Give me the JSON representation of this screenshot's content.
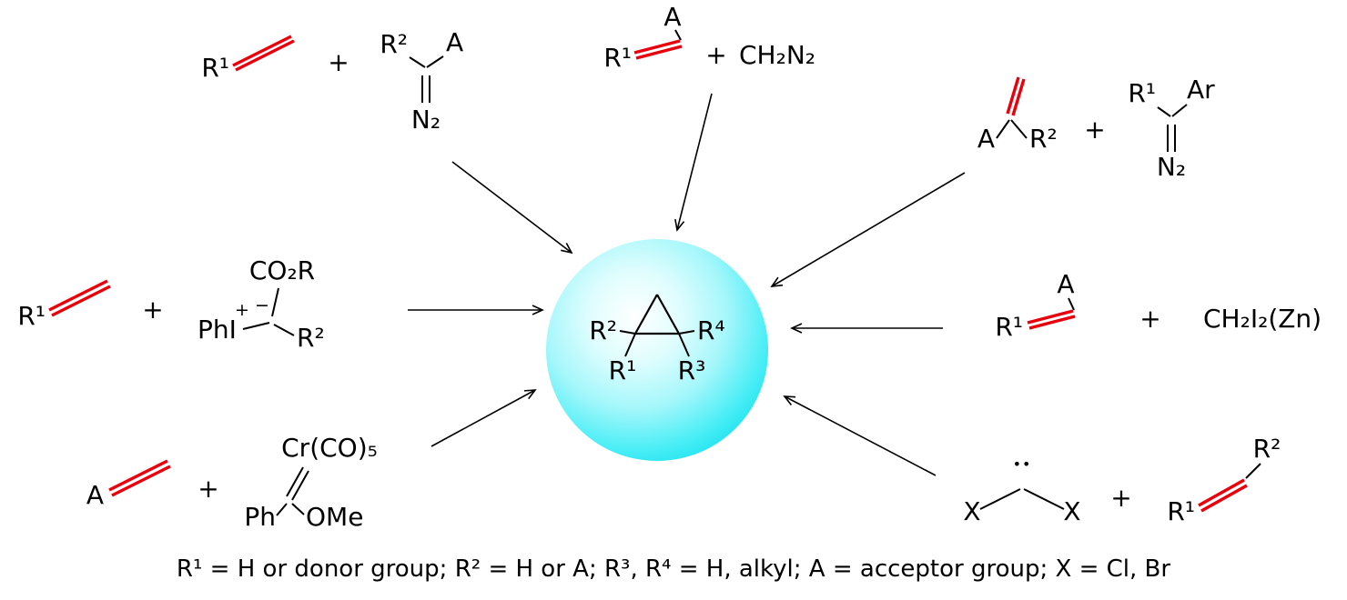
{
  "colors": {
    "bond_red": "#e8000d",
    "bond_black": "#000000",
    "sphere_cyan": "#0edfec",
    "text": "#000000"
  },
  "product": {
    "r1": "R¹",
    "r2": "R²",
    "r3": "R³",
    "r4": "R⁴"
  },
  "routes": {
    "diazo_top_left": {
      "alkene_r1": "R¹",
      "plus": "+",
      "carbene_r2": "R²",
      "carbene_a": "A",
      "n2": "N₂"
    },
    "diazomethane_top_center": {
      "alkene_r1": "R¹",
      "alkene_a": "A",
      "plus": "+",
      "reagent": "CH₂N₂"
    },
    "aryl_diazo_top_right": {
      "alkene_a": "A",
      "alkene_r2": "R²",
      "plus": "+",
      "carbene_r1": "R¹",
      "carbene_ar": "Ar",
      "n2": "N₂"
    },
    "iodonium_ylide_mid_left": {
      "alkene_r1": "R¹",
      "plus": "+",
      "co2r": "CO₂R",
      "phi": "PhI",
      "plus_charge": "+",
      "minus_charge": "−",
      "ylide_r2": "R²"
    },
    "zinc_carbenoid_mid_right": {
      "alkene_r1": "R¹",
      "alkene_a": "A",
      "plus": "+",
      "reagent": "CH₂I₂(Zn)"
    },
    "fischer_carbene_bottom_left": {
      "alkene_a": "A",
      "plus": "+",
      "cr_co5": "Cr(CO)₅",
      "ph": "Ph",
      "ome": "OMe"
    },
    "dihalocarbene_bottom_right": {
      "x_left": "X",
      "x_right": "X",
      "lone_pair": "••",
      "plus": "+",
      "alkene_r1": "R¹",
      "alkene_r2": "R²"
    }
  },
  "caption": "R¹ = H or donor group; R² = H or A;  R³, R⁴ = H, alkyl; A = acceptor group; X = Cl, Br"
}
